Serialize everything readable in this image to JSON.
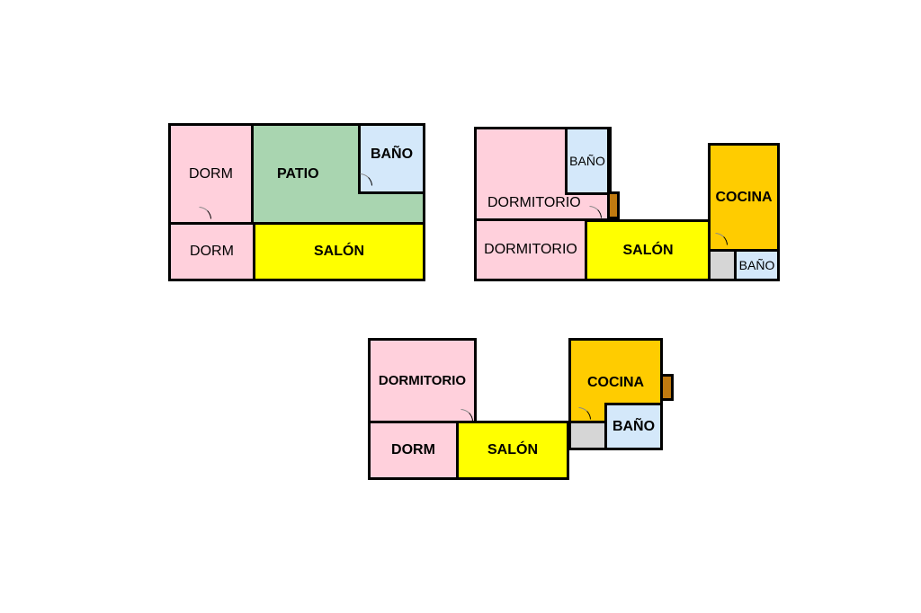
{
  "plans": [
    {
      "rooms": {
        "dorm1": "DORM",
        "patio": "PATIO",
        "bano": "BAÑO",
        "dorm2": "DORM",
        "salon": "SALÓN"
      }
    },
    {
      "rooms": {
        "dormitorio1": "DORMITORIO",
        "bano1": "BAÑO",
        "dormitorio2": "DORMITORIO",
        "salon": "SALÓN",
        "cocina": "COCINA",
        "bano2": "BAÑO"
      }
    },
    {
      "rooms": {
        "dormitorio": "DORMITORIO",
        "dorm": "DORM",
        "salon": "SALÓN",
        "cocina": "COCINA",
        "bano": "BAÑO"
      }
    }
  ],
  "colors": {
    "dormitorio": "#ffd0dc",
    "patio": "#a9d5b0",
    "bano": "#d4e8fa",
    "salon": "#ffff00",
    "cocina": "#ffcc00",
    "pasillo": "#d6d6d6",
    "armario": "#c07a10"
  }
}
